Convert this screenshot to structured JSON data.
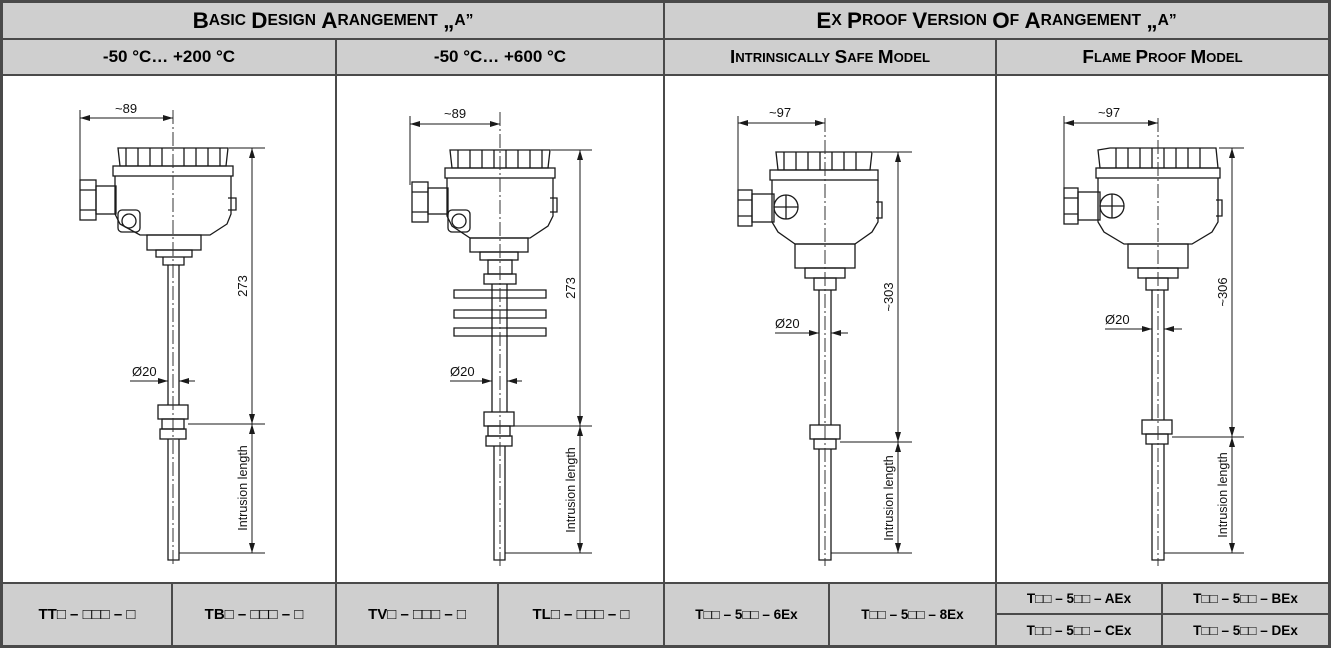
{
  "headers": {
    "basic": "Basic design arangement „A”",
    "ex": "Ex proof version of arangement „A”"
  },
  "subheaders": {
    "col1": "-50 °C… +200 °C",
    "col2": "-50 °C… +600 °C",
    "col3": "Intrinsically safe model",
    "col4": "Flame proof model"
  },
  "drawings": {
    "d1": {
      "width_dim": "~89",
      "height_dim": "273",
      "dia_dim": "Ø20",
      "intrusion": "Intrusion length"
    },
    "d2": {
      "width_dim": "~89",
      "height_dim": "273",
      "dia_dim": "Ø20",
      "intrusion": "Intrusion length"
    },
    "d3": {
      "width_dim": "~97",
      "height_dim": "~303",
      "dia_dim": "Ø20",
      "intrusion": "Intrusion length"
    },
    "d4": {
      "width_dim": "~97",
      "height_dim": "~306",
      "dia_dim": "Ø20",
      "intrusion": "Intrusion length"
    }
  },
  "codes": {
    "c1": "TT□ – □□□ – □",
    "c2": "TB□ – □□□ – □",
    "c3": "TV□ – □□□ – □",
    "c4": "TL□ – □□□ – □",
    "c5": "T□□ – 5□□ – 6Ex",
    "c6": "T□□ – 5□□ – 8Ex",
    "c7": "T□□ – 5□□ – AEx",
    "c8": "T□□ – 5□□ – BEx",
    "c9": "T□□ – 5□□ – CEx",
    "c10": "T□□ – 5□□ – DEx"
  }
}
